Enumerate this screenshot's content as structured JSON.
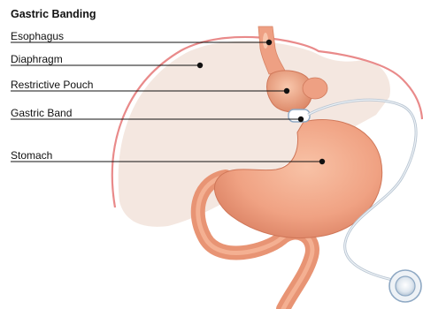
{
  "title": "Gastric Banding",
  "labels": {
    "esophagus": "Esophagus",
    "diaphragm": "Diaphragm",
    "restrictive_pouch": "Restrictive Pouch",
    "gastric_band": "Gastric Band",
    "stomach": "Stomach"
  },
  "colors": {
    "diaphragm_fill": "#f3e6de",
    "diaphragm_outline": "#e98a8a",
    "tissue": "#f0a283",
    "tissue_dark": "#d97a5c",
    "band": "#ffffff",
    "tubing": "#b9c6d3",
    "port_ring": "#8fa9c4",
    "leader_line": "#111111"
  }
}
